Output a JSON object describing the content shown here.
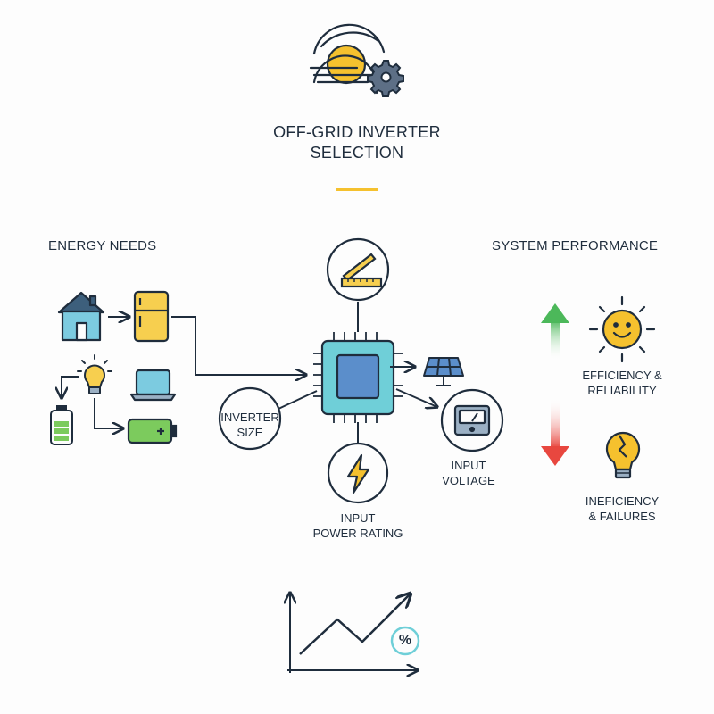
{
  "title": {
    "line1": "OFF-GRID INVERTER",
    "line2": "SELECTION"
  },
  "sections": {
    "left": "ENERGY NEEDS",
    "right": "SYSTEM PERFORMANCE"
  },
  "nodes": {
    "inverter_size": {
      "line1": "INVERTER",
      "line2": "SIZE"
    },
    "input_voltage": {
      "line1": "INPUT",
      "line2": "VOLTAGE"
    },
    "input_power_rating": {
      "line1": "INPUT",
      "line2": "POWER RATING"
    }
  },
  "outcomes": {
    "good": {
      "line1": "EFFICIENCY &",
      "line2": "RELIABILITY"
    },
    "bad": {
      "line1": "INEFICIENCY",
      "line2": "& FAILURES"
    }
  },
  "chart_badge": "%",
  "colors": {
    "navy": "#1f2d3d",
    "accent_yellow": "#f5c12e",
    "fridge_yellow": "#f7cf4f",
    "house_blue": "#7ccbe0",
    "chip_teal": "#6fcfd8",
    "battery_green": "#7ccb5d",
    "up_green": "#4cb85a",
    "down_red": "#e8473f"
  }
}
